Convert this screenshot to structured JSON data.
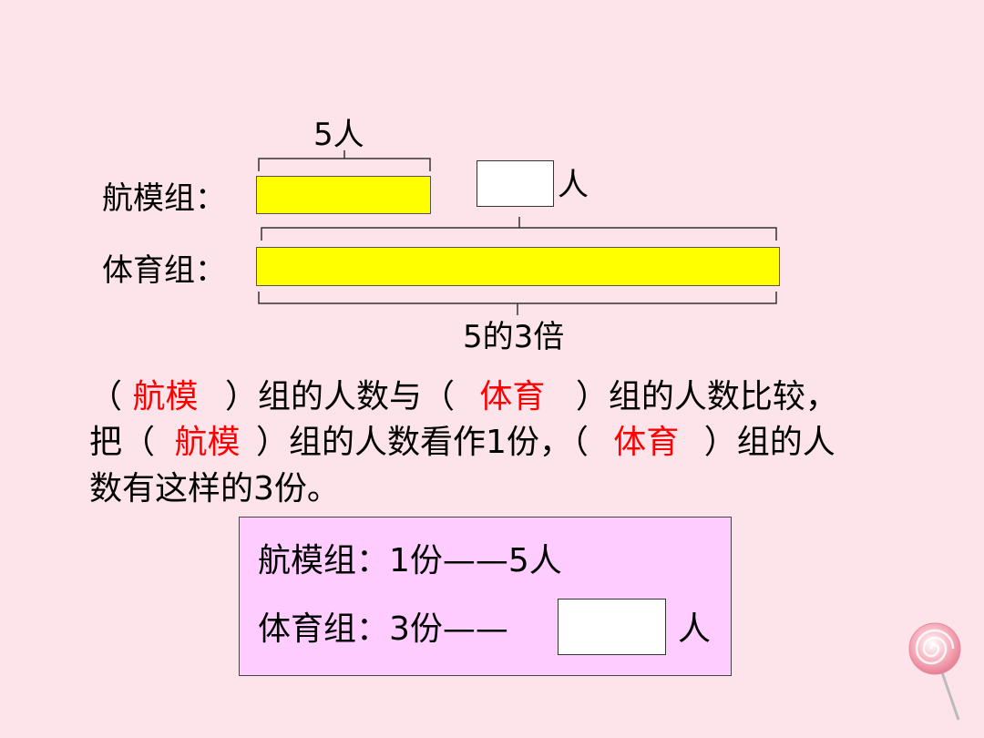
{
  "diagram": {
    "top_brace_label": "5人",
    "unknown_unit": "人",
    "bottom_brace_label": "5的3倍",
    "row1_label": "航模组：",
    "row2_label": "体育组："
  },
  "paragraph": {
    "line1": {
      "open1": "（",
      "fill1": "航模",
      "mid1": "）组的人数与（",
      "fill2": "体育",
      "mid2": "）组的人数比较，"
    },
    "line2": {
      "start": "把（",
      "fill3": "航模",
      "mid3": "）组的人数看作1份，（",
      "fill4": "体育",
      "end": "）组的人"
    },
    "line3": "数有这样的3份。"
  },
  "summary": {
    "row1": "航模组：1份——5人",
    "row2_prefix": "体育组：3份——",
    "row2_unit": "人"
  },
  "colors": {
    "background": "#fde4ea",
    "bar_fill": "#ffff00",
    "answer_text": "#ff0000",
    "card_fill": "#ffccff"
  }
}
